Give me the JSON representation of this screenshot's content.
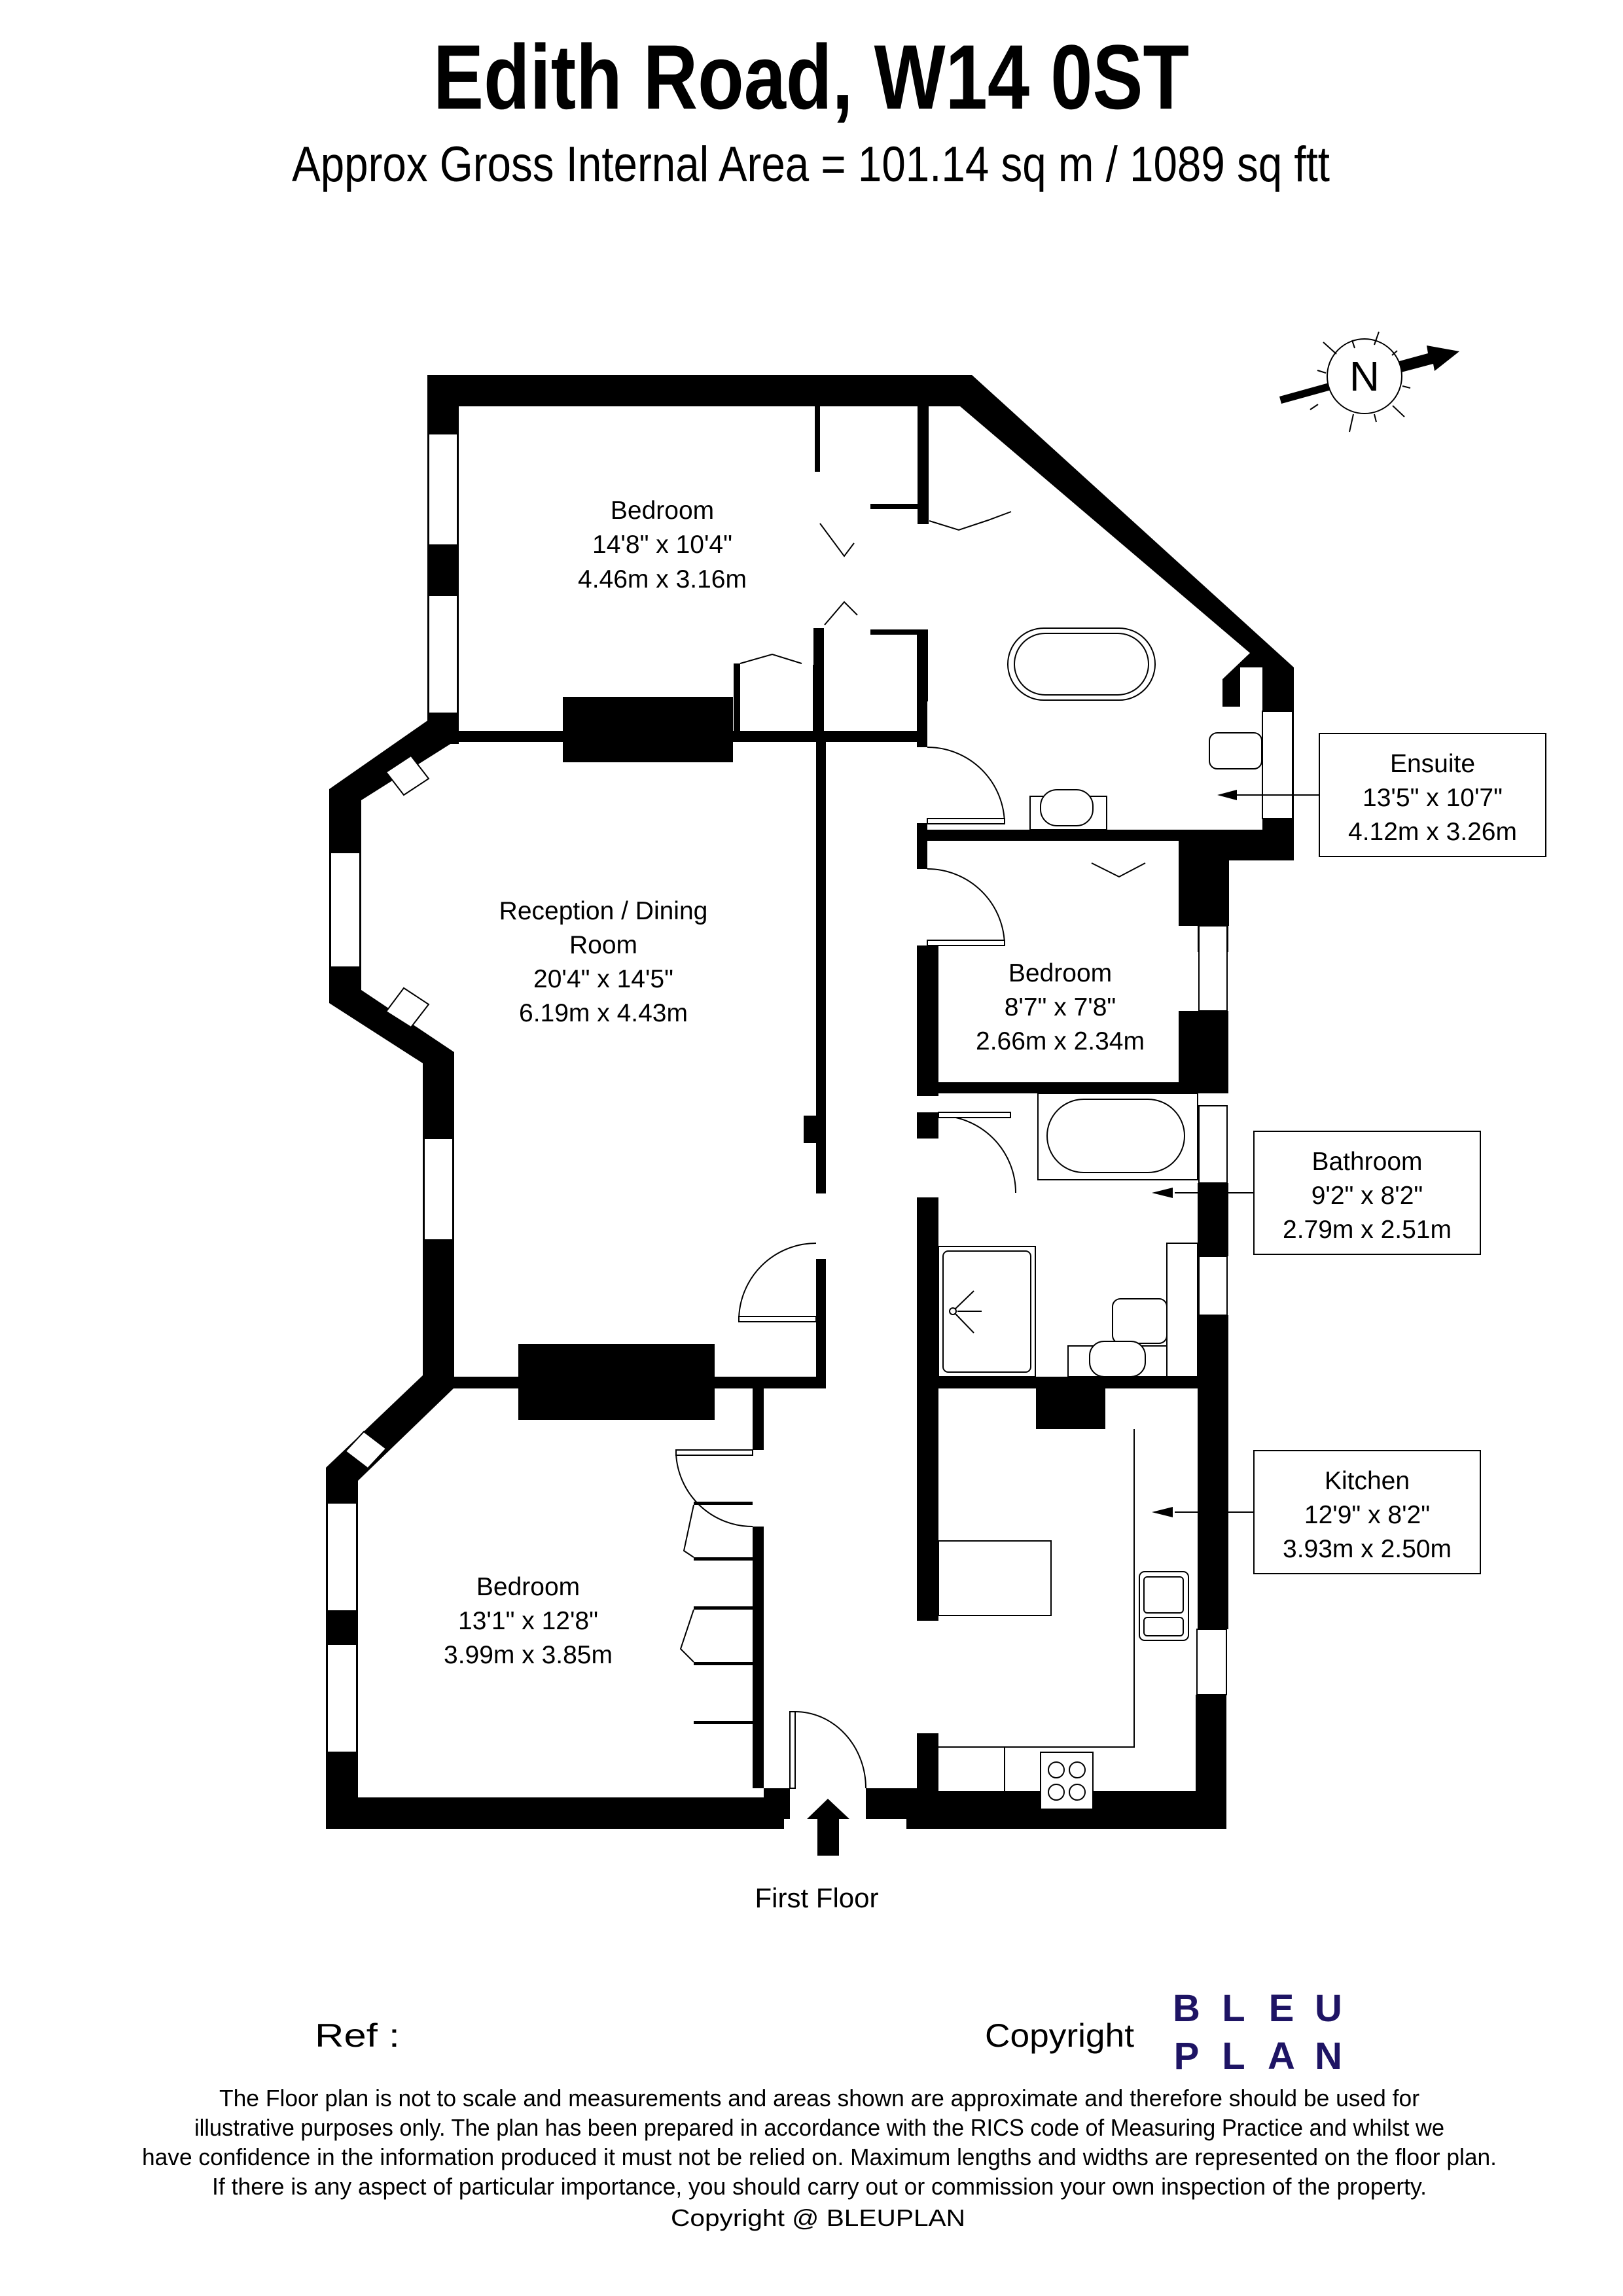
{
  "header": {
    "title": "Edith Road, W14 0ST",
    "subtitle": "Approx Gross Internal Area = 101.14 sq m / 1089 sq ftt"
  },
  "compass": {
    "label": "N",
    "icon": "north-arrow-icon"
  },
  "rooms": [
    {
      "name": "Bedroom",
      "imperial": "14'8\" x 10'4\"",
      "metric": "4.46m x 3.16m"
    },
    {
      "name": "Reception / Dining",
      "name2": "Room",
      "imperial": "20'4\" x 14'5\"",
      "metric": "6.19m x 4.43m"
    },
    {
      "name": "Ensuite",
      "imperial": "13'5\" x 10'7\"",
      "metric": "4.12m x 3.26m"
    },
    {
      "name": "Bedroom",
      "imperial": "8'7\" x 7'8\"",
      "metric": "2.66m x 2.34m"
    },
    {
      "name": "Bathroom",
      "imperial": "9'2\" x 8'2\"",
      "metric": "2.79m x 2.51m"
    },
    {
      "name": "Kitchen",
      "imperial": "12'9\" x 8'2\"",
      "metric": "3.93m x 2.50m"
    },
    {
      "name": "Bedroom",
      "imperial": "13'1\" x 12'8\"",
      "metric": "3.99m x 3.85m"
    }
  ],
  "floor_label": "First Floor",
  "entrance_icon": "entrance-arrow-icon",
  "footer": {
    "ref_label": "Ref  :",
    "copyright_label": "Copyright",
    "logo": {
      "line1": [
        "B",
        "L",
        "E",
        "U"
      ],
      "line2": [
        "P",
        "L",
        "A",
        "N"
      ],
      "color": "#1e1464"
    },
    "disclaimer": [
      "The Floor plan is not to scale and measurements and areas shown are approximate and therefore should be used for",
      "illustrative purposes only. The plan has been prepared in accordance with the RICS code of Measuring Practice and whilst we",
      "have confidence in the information produced it must not be relied on. Maximum lengths and widths are represented on the floor plan.",
      "If there is any aspect of particular importance, you should carry out or commission your own inspection of the property."
    ],
    "copyright_line": "Copyright @ BLEUPLAN"
  }
}
